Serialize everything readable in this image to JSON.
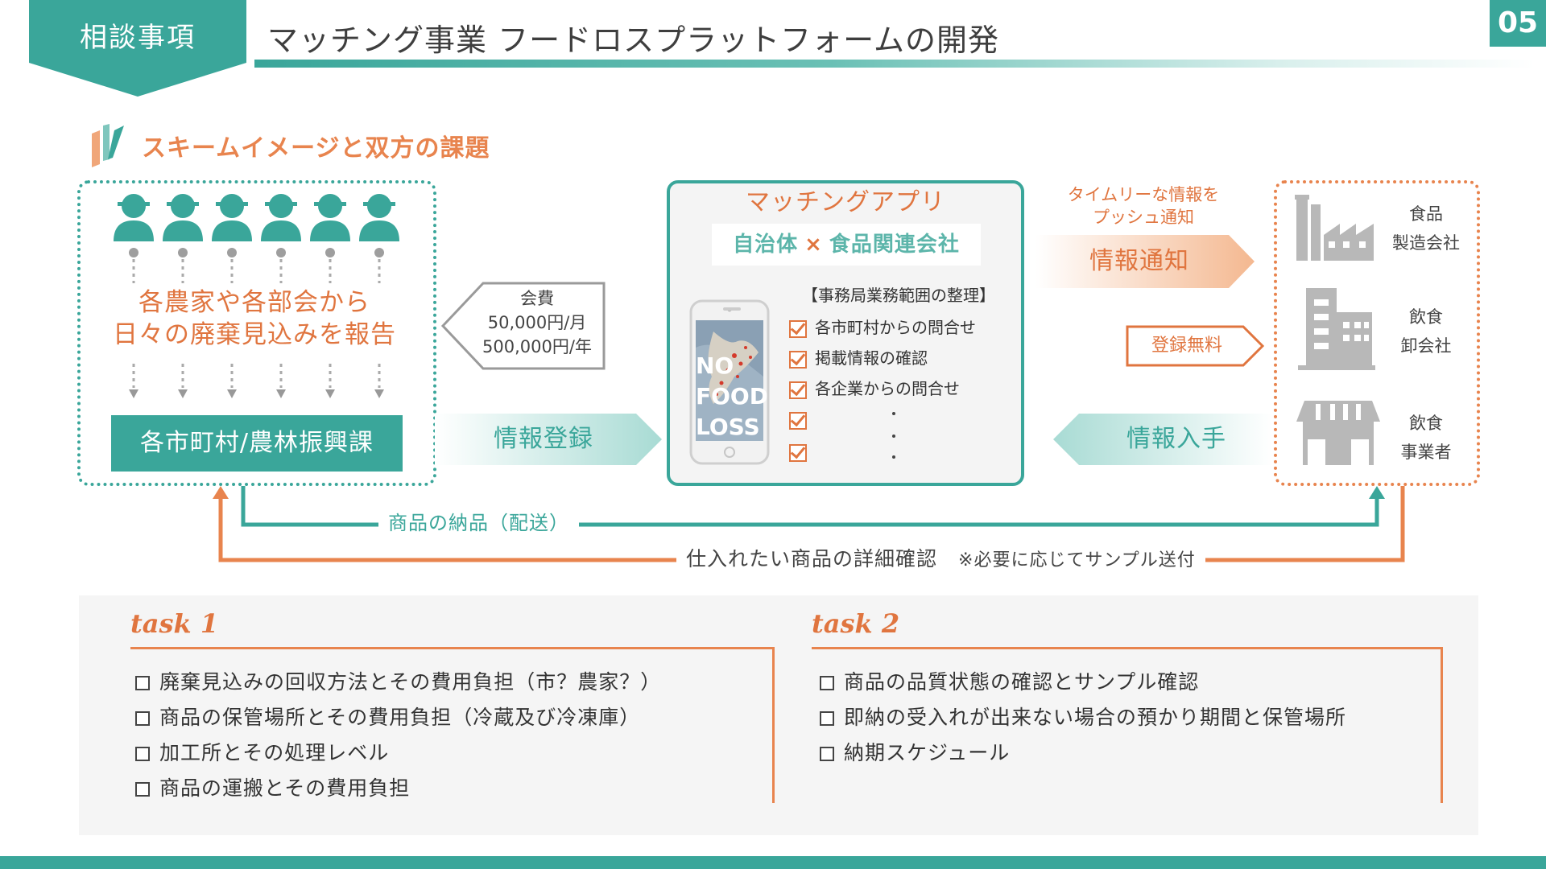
{
  "header": {
    "tag": "相談事項",
    "title": "マッチング事業 フードロスプラットフォームの開発",
    "page_number": "05"
  },
  "section": {
    "title": "スキームイメージと双方の課題"
  },
  "left": {
    "report_line1": "各農家や各部会から",
    "report_line2": "日々の廃棄見込みを報告",
    "city": "各市町村/農林振興課"
  },
  "fee": {
    "label": "会費",
    "monthly": "50,000円/月",
    "yearly": "500,000円/年"
  },
  "flows": {
    "register": "情報登録",
    "notify_caption_line1": "タイムリーな情報を",
    "notify_caption_line2": "プッシュ通知",
    "notify": "情報通知",
    "registration_free": "登録無料",
    "acquire": "情報入手",
    "delivery": "商品の納品（配送）",
    "detail_confirm": "仕入れたい商品の詳細確認",
    "detail_note": "※必要に応じてサンプル送付"
  },
  "app": {
    "title": "マッチングアプリ",
    "sub_left": "自治体",
    "sub_x": "×",
    "sub_right": "食品関連会社",
    "phone_logo_line1": "NO",
    "phone_logo_line2": "FOOD",
    "phone_logo_line3": "LOSS",
    "scope_title": "【事務局業務範囲の整理】",
    "checks": [
      "各市町村からの問合せ",
      "掲載情報の確認",
      "各企業からの問合せ",
      "",
      ""
    ]
  },
  "companies": [
    {
      "line1": "食品",
      "line2": "製造会社",
      "icon": "factory-icon"
    },
    {
      "line1": "飲食",
      "line2": "卸会社",
      "icon": "building-icon"
    },
    {
      "line1": "飲食",
      "line2": "事業者",
      "icon": "store-icon"
    }
  ],
  "tasks": {
    "task1": {
      "title": "task 1",
      "items": [
        "廃棄見込みの回収方法とその費用負担（市？農家？）",
        "商品の保管場所とその費用負担（冷蔵及び冷凍庫）",
        "加工所とその処理レベル",
        "商品の運搬とその費用負担"
      ]
    },
    "task2": {
      "title": "task 2",
      "items": [
        "商品の品質状態の確認とサンプル確認",
        "即納の受入れが出来ない場合の預かり期間と保管場所",
        "納期スケジュール"
      ]
    }
  },
  "colors": {
    "teal": "#3aa69a",
    "orange": "#e0753f",
    "gray_icon": "#b8b8b8"
  }
}
